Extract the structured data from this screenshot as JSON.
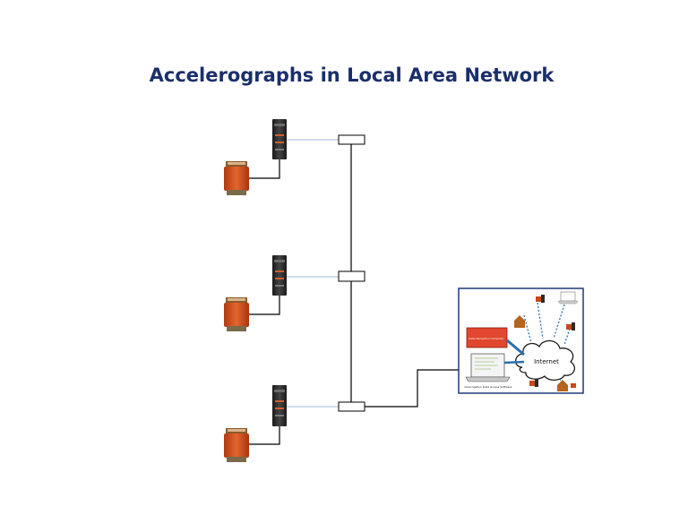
{
  "title": "Accelerographs in Local Area Network",
  "inset": {
    "cloud_label": "Internet",
    "server_label": "Data Reception Computer",
    "laptop_label": "Interrogation Data Access Software"
  },
  "colors": {
    "title": "#1b2f6b",
    "sensor_body": "#c8481a",
    "sensor_top": "#8a5a2a",
    "recorder": "#2b2b2b",
    "link": "#9fb8d8",
    "server_red": "#e0472e",
    "inset_border": "#1e3a78",
    "dashed_link": "#2a6fb0"
  }
}
